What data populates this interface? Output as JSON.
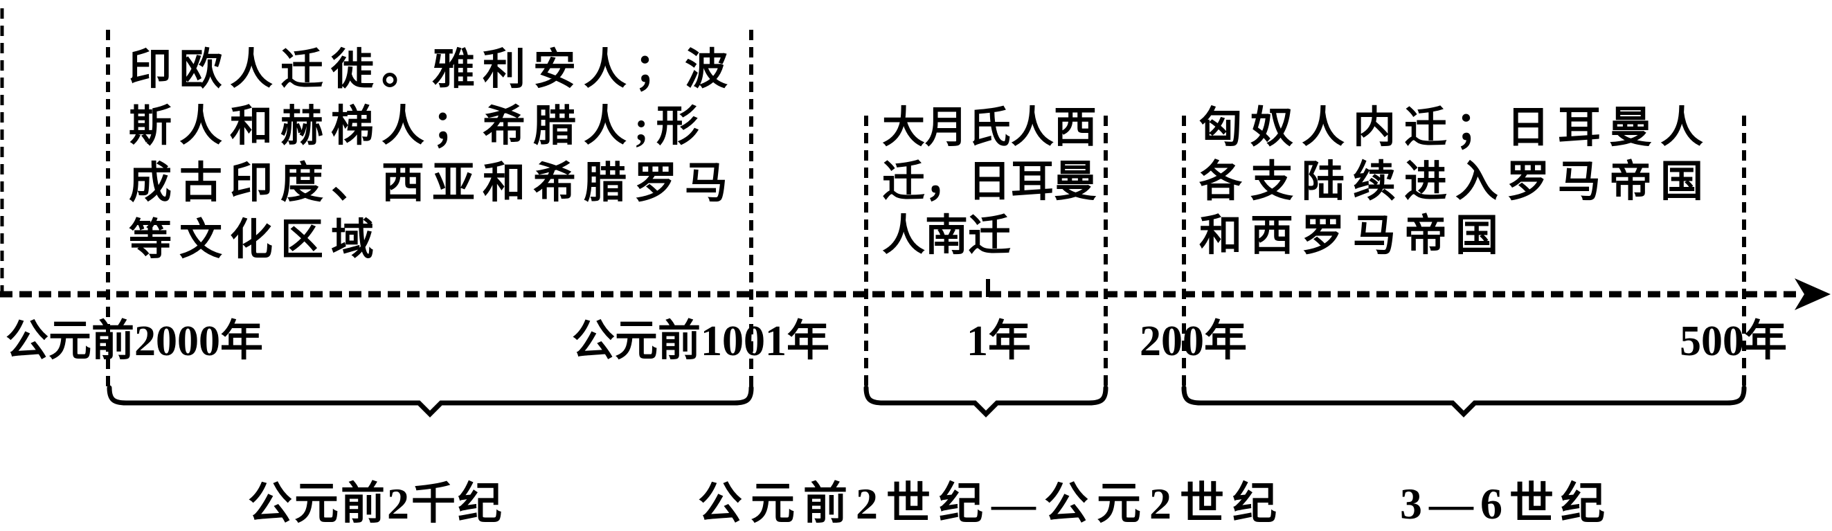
{
  "timeline": {
    "boxes": [
      {
        "text": "印欧人迁徙。雅利安人；波\n斯人和赫梯人；希腊人;形\n成古印度、西亚和希腊罗马\n等文化区域"
      },
      {
        "text": "大月氏人西\n迁，日耳曼\n人南迁"
      },
      {
        "text": "匈奴人内迁；日耳曼人\n各支陆续进入罗马帝国\n和西罗马帝国"
      }
    ],
    "axis_labels": [
      {
        "label": "公元前2000年"
      },
      {
        "label": "公元前1001年"
      },
      {
        "label": "1年"
      },
      {
        "label": "200年"
      },
      {
        "label": "500年"
      }
    ],
    "era_labels": [
      {
        "label": "公元前2千纪"
      },
      {
        "label": "公元前2世纪—公元2世纪"
      },
      {
        "label": "3—6世纪"
      }
    ],
    "colors": {
      "ink": "#000000",
      "background": "#ffffff"
    }
  }
}
